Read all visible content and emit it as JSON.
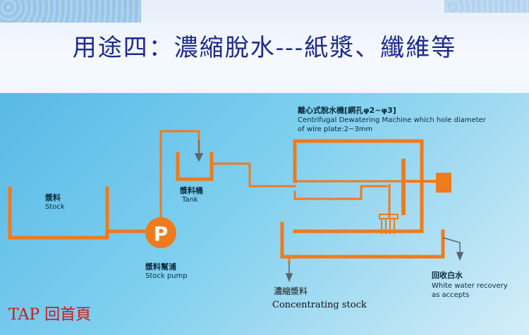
{
  "title": "用途四：濃縮脫水---紙漿、纖維等",
  "machine": {
    "label_zh": "離心式脫水機[網孔φ2~φ3]",
    "label_en_1": "Centrifugal Dewatering Machine which hole diameter",
    "label_en_2": "of wire plate:2~3mm"
  },
  "stock": {
    "label_zh": "漿料",
    "label_en": "Stock"
  },
  "tank": {
    "label_zh": "漿料桶",
    "label_en": "Tank"
  },
  "pump": {
    "symbol": "P",
    "label_zh": "漿料幫浦",
    "label_en": "Stock pump"
  },
  "white_water": {
    "label_zh": "回收白水",
    "label_en_1": "White water recovery",
    "label_en_2": "as accepts"
  },
  "concentrating": {
    "label_zh": "濃縮漿料",
    "label_en": "Concentrating stock"
  },
  "nav": {
    "home_label": "TAP 回首頁"
  },
  "colors": {
    "pipe": "#f07a1e",
    "title": "#1c2a8c",
    "nav": "#d41414",
    "arrow": "#5a6670"
  }
}
